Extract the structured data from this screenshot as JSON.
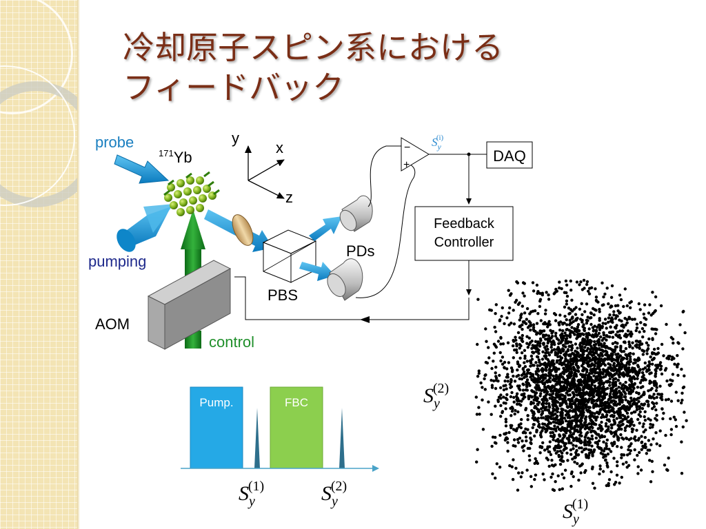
{
  "title": {
    "line1": "冷却原子スピン系における",
    "line2": "フィードバック"
  },
  "setup": {
    "probe_label": "probe",
    "isotope_mass": "171",
    "isotope_symbol": "Yb",
    "pumping_label": "pumping",
    "aom_label": "AOM",
    "control_label": "control",
    "pbs_label": "PBS",
    "pds_label": "PDs",
    "daq_label": "DAQ",
    "feedback_line1": "Feedback",
    "feedback_line2": "Controller",
    "minus_sign": "−",
    "plus_sign": "+",
    "axis_y": "y",
    "axis_x": "x",
    "axis_z": "z",
    "signal_symbol": "S",
    "signal_sub": "y",
    "signal_sup": "(i)"
  },
  "sequence": {
    "pump_label": "Pump.",
    "fbc_label": "FBC",
    "meas1_symbol": "S",
    "meas1_sub": "y",
    "meas1_sup": "(1)",
    "meas2_symbol": "S",
    "meas2_sub": "y",
    "meas2_sup": "(2)"
  },
  "scatter": {
    "x_symbol": "S",
    "x_sub": "y",
    "x_sup": "(1)",
    "y_symbol": "S",
    "y_sub": "y",
    "y_sup": "(2)"
  },
  "colors": {
    "title": "#7a2e16",
    "beam_blue": "#1d9ad6",
    "pumping_text": "#1f2a8c",
    "probe_text": "#1a7fc0",
    "control_green": "#1f8f2a",
    "pump_block": "#25a9e6",
    "fbc_block": "#8ccf4e",
    "sidebar": "#f3e4b4"
  }
}
